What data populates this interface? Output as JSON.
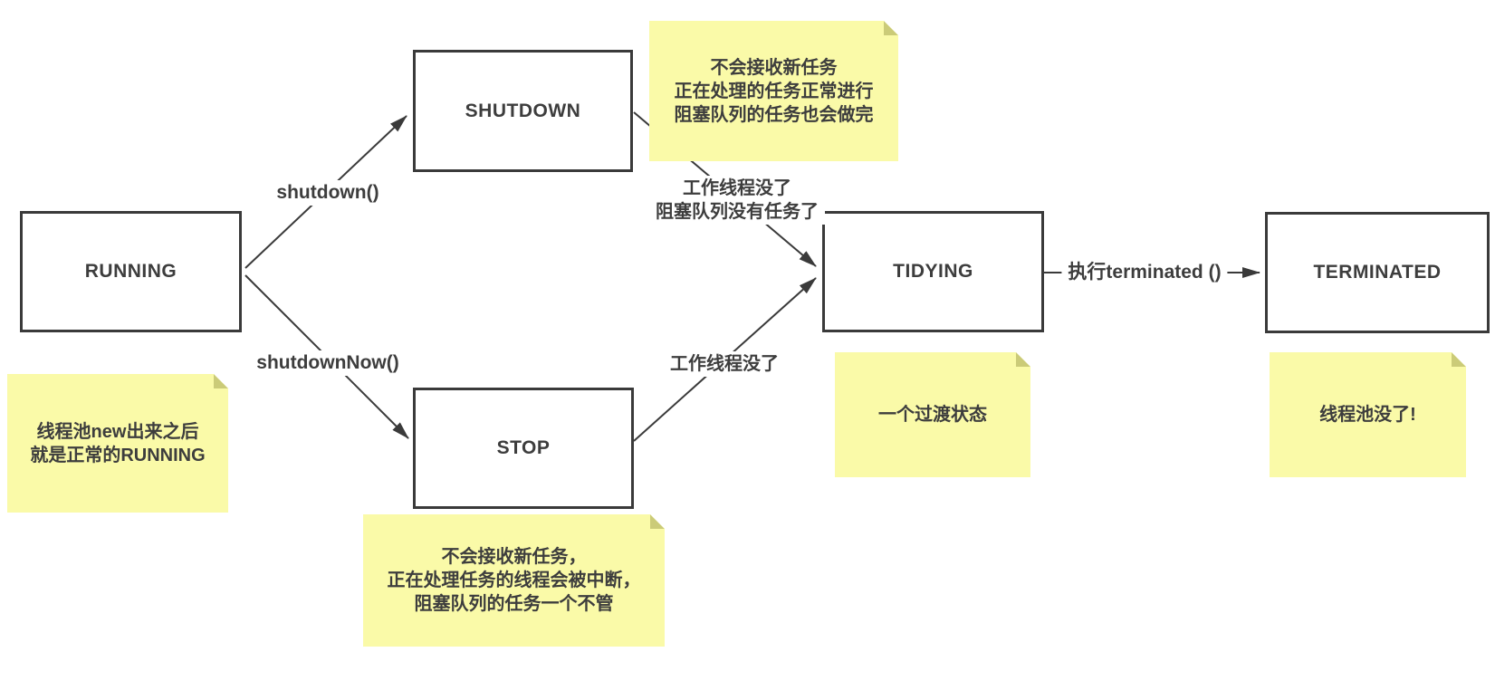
{
  "states": [
    {
      "label": "RUNNING"
    },
    {
      "label": "SHUTDOWN"
    },
    {
      "label": "STOP"
    },
    {
      "label": "TIDYING"
    },
    {
      "label": "TERMINATED"
    }
  ],
  "transitions": [
    {
      "from": "RUNNING",
      "to": "SHUTDOWN",
      "label": "shutdown()"
    },
    {
      "from": "RUNNING",
      "to": "STOP",
      "label": "shutdownNow()"
    },
    {
      "from": "SHUTDOWN",
      "to": "TIDYING",
      "label_lines": [
        "工作线程没了",
        "阻塞队列没有任务了"
      ]
    },
    {
      "from": "STOP",
      "to": "TIDYING",
      "label": "工作线程没了"
    },
    {
      "from": "TIDYING",
      "to": "TERMINATED",
      "label": "执行terminated ()"
    }
  ],
  "notes": [
    {
      "attached_to": "RUNNING",
      "lines": [
        "线程池new出来之后",
        "就是正常的RUNNING"
      ]
    },
    {
      "attached_to": "SHUTDOWN",
      "lines": [
        "不会接收新任务",
        "正在处理的任务正常进行",
        "阻塞队列的任务也会做完"
      ]
    },
    {
      "attached_to": "STOP",
      "lines": [
        "不会接收新任务，",
        "正在处理任务的线程会被中断，",
        "阻塞队列的任务一个不管"
      ]
    },
    {
      "attached_to": "TIDYING",
      "lines": [
        "一个过渡状态"
      ]
    },
    {
      "attached_to": "TERMINATED",
      "lines": [
        "线程池没了!"
      ]
    }
  ],
  "colors": {
    "background": "#FFFFFF",
    "box_border": "#3A3A3A",
    "box_fill": "#FFFFFF",
    "text": "#3D3D3D",
    "note_fill": "#FAFAA8",
    "note_fold": "#CBCB78",
    "arrow_line": "#3A3A3A"
  }
}
